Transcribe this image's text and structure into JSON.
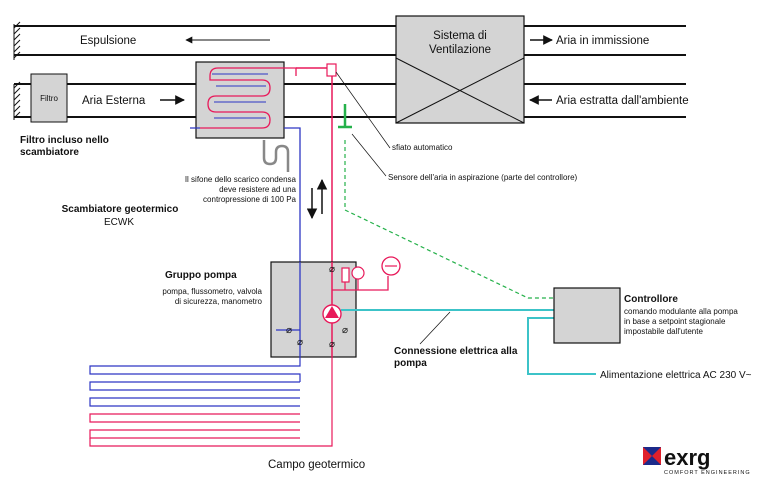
{
  "labels": {
    "espulsione": "Espulsione",
    "aria_immissione": "Aria in immissione",
    "aria_esterna": "Aria Esterna",
    "aria_estratta": "Aria estratta dall'ambiente",
    "sistema_line1": "Sistema di",
    "sistema_line2": "Ventilazione",
    "filtro": "Filtro",
    "filtro_note_line1": "Filtro incluso nello",
    "filtro_note_line2": "scambiatore",
    "sfiato": "sfiato automatico",
    "sensore": "Sensore dell'aria in aspirazione (parte del controllore)",
    "sifone_line1": "Il sifone dello scarico condensa",
    "sifone_line2": "deve resistere ad una",
    "sifone_line3": "contropressione di 100 Pa",
    "scambiatore_line1": "Scambiatore geotermico",
    "scambiatore_line2": "ECWK",
    "gruppo_title": "Gruppo pompa",
    "gruppo_line1": "pompa, flussometro, valvola",
    "gruppo_line2": "di sicurezza,  manometro",
    "controllore_title": "Controllore",
    "controllore_line1": "comando modulante alla pompa",
    "controllore_line2": "in base a setpoint stagionale",
    "controllore_line3": "impostabile dall'utente",
    "connessione_line1": "Connessione elettrica alla",
    "connessione_line2": "pompa",
    "alimentazione": "Alimentazione elettrica AC 230 V~",
    "campo": "Campo geotermico"
  },
  "logo": {
    "text": "exrg",
    "tagline": "COMFORT ENGINEERING"
  },
  "colors": {
    "hot_pipe": "#e8195a",
    "cold_pipe": "#2d36c4",
    "electric": "#3cc3c8",
    "sensor_line": "#25b14a",
    "box_fill": "#d4d4d4",
    "logo_red": "#e0202b",
    "logo_blue": "#1c2a8a"
  },
  "icons": [
    "air-arrow-icon",
    "valve-icon",
    "pump-icon",
    "manometer-icon",
    "condensate-trap-icon",
    "flow-arrow-icon"
  ]
}
